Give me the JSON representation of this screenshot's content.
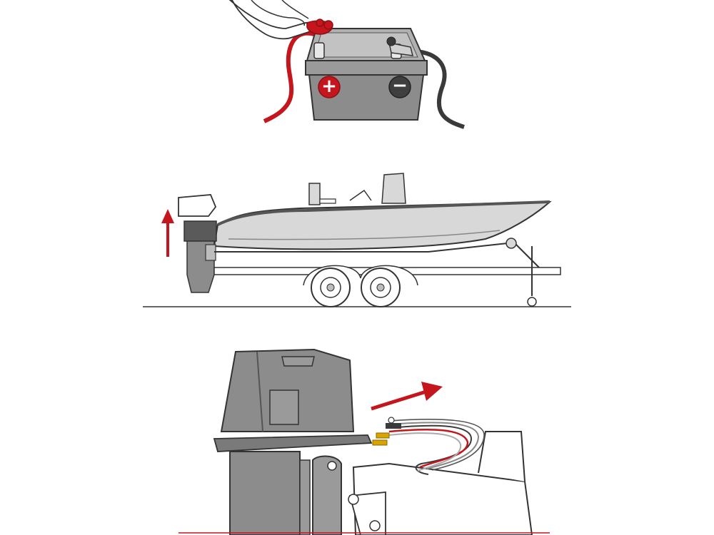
{
  "panels": [
    {
      "id": "battery",
      "caption": ""
    },
    {
      "id": "boat",
      "caption": ""
    },
    {
      "id": "motor",
      "caption": ""
    }
  ],
  "battery": {
    "positive_label": "+",
    "negative_label": "−"
  },
  "colors": {
    "line": "#333333",
    "gray_fill": "#8c8c8c",
    "light_gray": "#d8d8d8",
    "red": "#c4161c",
    "dark_red": "#8e1015",
    "cable_black": "#3a3a3a",
    "white": "#ffffff"
  },
  "icons": {
    "tilt_arrow": "arrow-up-icon",
    "connect_arrow": "arrow-right-icon",
    "positive": "plus-icon",
    "negative": "minus-icon"
  }
}
